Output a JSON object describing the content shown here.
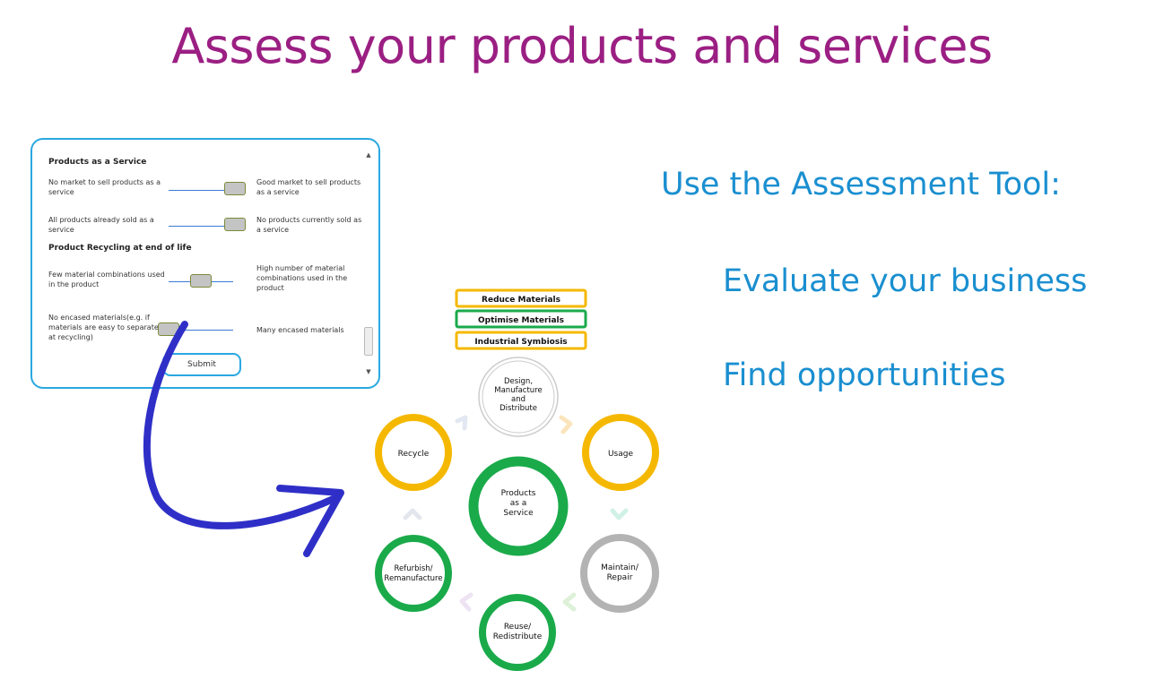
{
  "page": {
    "title": "Assess your products and services"
  },
  "assessment": {
    "sections": [
      {
        "heading": "Products as a Service",
        "questions": [
          {
            "left": "No market to sell products as a service",
            "right": "Good market to sell products as a service",
            "level": 1.0
          },
          {
            "left": "All products already sold as a service",
            "right": "No products currently sold as a service",
            "level": 1.0
          }
        ]
      },
      {
        "heading": "Product Recycling at end of life",
        "questions": [
          {
            "left": "Few material combinations used in the product",
            "right": "High number of material combinations used in the product",
            "level": 0.5
          },
          {
            "left": "No encased materials(e.g. if materials are easy to separate at recycling)",
            "right": "Many encased materials",
            "level": 0.0
          }
        ]
      }
    ],
    "submit_label": "Submit"
  },
  "side_text": {
    "heading": "Use the Assessment Tool:",
    "item1": "Evaluate your business",
    "item2": "Find opportunities"
  },
  "diagram": {
    "boxes": [
      {
        "label": "Reduce Materials",
        "color": "#f5b800"
      },
      {
        "label": "Optimise Materials",
        "color": "#1aaa4a"
      },
      {
        "label": "Industrial Symbiosis",
        "color": "#f5b800"
      }
    ],
    "center": {
      "label": "Products as a Service",
      "color": "#1aaa4a"
    },
    "nodes": [
      {
        "label": "Design, Manufacture and Distribute",
        "color": "#cfcfcf"
      },
      {
        "label": "Usage",
        "color": "#f5b800"
      },
      {
        "label": "Maintain/ Repair",
        "color": "#b3b3b3"
      },
      {
        "label": "Reuse/ Redistribute",
        "color": "#1aaa4a"
      },
      {
        "label": "Refurbish/ Remanufacture",
        "color": "#1aaa4a"
      },
      {
        "label": "Recycle",
        "color": "#f5b800"
      }
    ],
    "arrow_color": "#2f2fc8",
    "accent_color": "#29a8e0",
    "title_color": "#9b1f83"
  }
}
